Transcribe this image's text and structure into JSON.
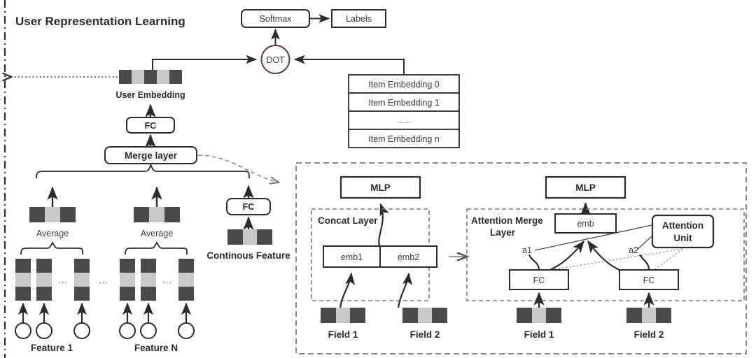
{
  "figure": {
    "title": "User Representation Learning",
    "palette": {
      "dark_cell": "#4a4a4a",
      "light_cell": "#c8c8c8",
      "box_stroke": "#2b2b2b",
      "dot_stroke": "#5a3a33",
      "dashed_stroke": "#7a7a7a",
      "text": "#2b2b2b",
      "background": "#ffffff"
    }
  },
  "top": {
    "softmax_label": "Softmax",
    "labels_label": "Labels",
    "dot_label": "DOT",
    "user_embedding_label": "User Embedding",
    "fc_label": "FC",
    "merge_layer_label": "Merge layer",
    "item_embeddings": [
      "Item Embedding 0",
      "Item Embedding 1",
      "......",
      "Item Embedding n"
    ]
  },
  "left_panel": {
    "average_label_1": "Average",
    "average_label_2": "Average",
    "feature_label_1": "Feature 1",
    "feature_label_n": "Feature N",
    "continuous_fc_label": "FC",
    "continuous_feature_label": "Continous Feature",
    "ellipsis": "...",
    "group_ellipsis": "..."
  },
  "concat_panel": {
    "mlp_label": "MLP",
    "layer_label": "Concat Layer",
    "emb1_label": "emb1",
    "emb2_label": "emb2",
    "field1_label": "Field 1",
    "field2_label": "Field 2"
  },
  "attention_panel": {
    "mlp_label": "MLP",
    "layer_label_line1": "Attention Merge",
    "layer_label_line2": "Layer",
    "emb_label": "emb",
    "attention_unit_line1": "Attention",
    "attention_unit_line2": "Unit",
    "a1_label": "a1",
    "a2_label": "a2",
    "fc_label_1": "FC",
    "fc_label_2": "FC",
    "field1_label": "Field 1",
    "field2_label": "Field 2"
  }
}
